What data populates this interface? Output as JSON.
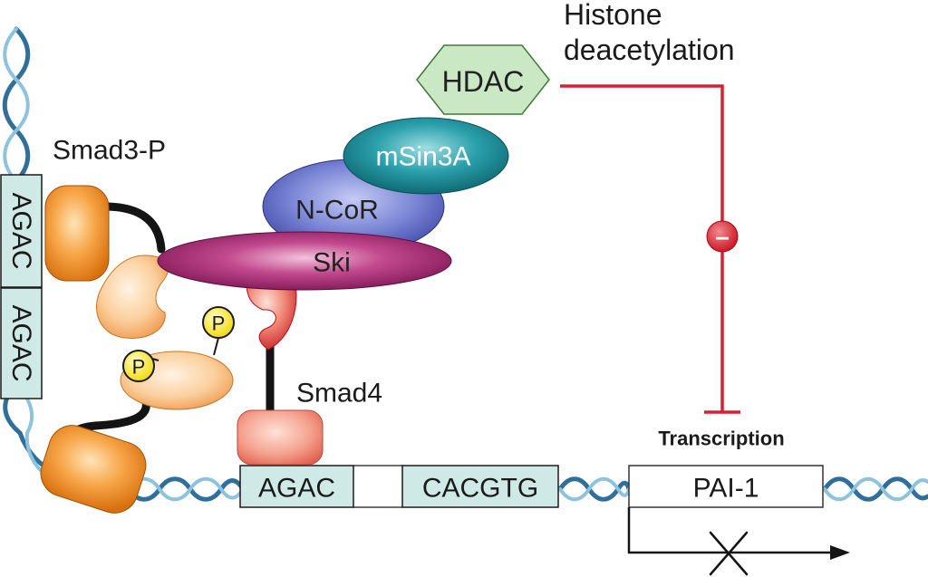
{
  "labels": {
    "histone_line1": "Histone",
    "histone_line2": "deacetylation",
    "smad3p": "Smad3-P",
    "smad4": "Smad4",
    "transcription": "Transcription"
  },
  "proteins": {
    "hdac": "HDAC",
    "msin3a": "mSin3A",
    "ncor": "N-CoR",
    "ski": "Ski",
    "phospho_a": "P",
    "phospho_b": "P"
  },
  "dna_boxes": {
    "vertical_top": "AGAC",
    "vertical_bottom": "AGAC",
    "horizontal_agac": "AGAC",
    "horizontal_cacgtg": "CACGTG",
    "gene": "PAI-1"
  },
  "inhibitor_symbol": "–",
  "colors": {
    "dna_strand": "#6aa8cc",
    "dna_box_fill": "#cfe9e6",
    "inhibition_red": "#d9212e",
    "hdac_green": "#c9e8c3",
    "msin3a_teal": "#1d8b97",
    "ncor_blue": "#6170c4",
    "ski_magenta": "#a32a77",
    "smad3_orange": "#f08a1e",
    "smad4_salmon": "#f19a85",
    "phospho_yellow": "#f5e21a"
  }
}
